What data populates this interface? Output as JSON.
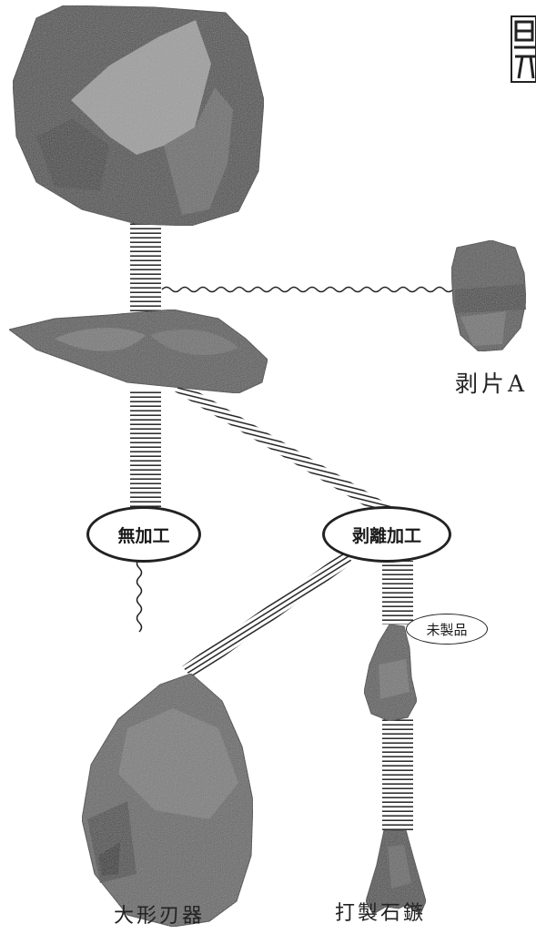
{
  "labels": {
    "flake_a": "剥片A",
    "no_processing": "無加工",
    "flake_removal": "剥離加工",
    "unfinished": "未製品",
    "large_blade_tool": "大形刃器",
    "chipped_arrowhead": "打製石鏃"
  },
  "colors": {
    "ink": "#222222",
    "stone_dark": "#4a4a4a",
    "stone_mid": "#6b6b6b",
    "stone_light": "#a8a8a8"
  },
  "icons": {
    "corner_mark": "character-fragment-icon"
  }
}
